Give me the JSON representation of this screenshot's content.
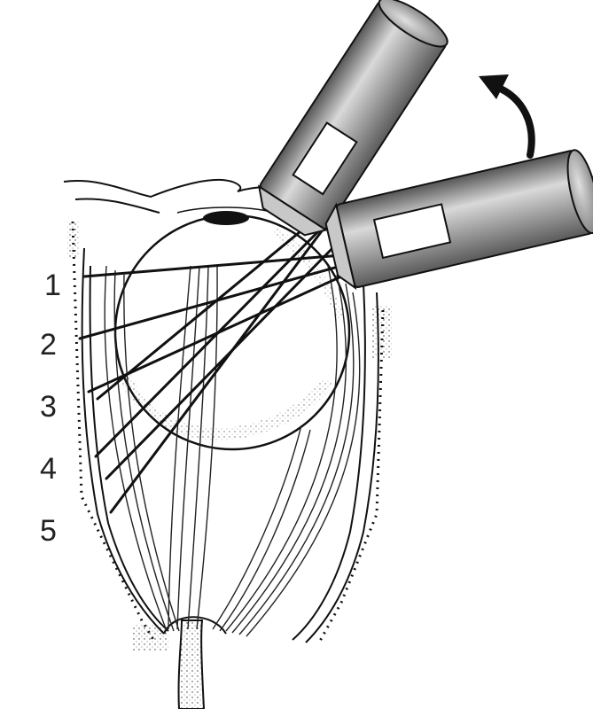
{
  "figure": {
    "labels": [
      "1",
      "2",
      "3",
      "4",
      "5"
    ],
    "colors": {
      "line": "#111111",
      "probe_light": "#d9d9d9",
      "probe_mid": "#9a9a9a",
      "probe_dark": "#555555",
      "window": "#ffffff",
      "label": "#222222"
    },
    "icons": {
      "rotation_arrow": "curved-arrow-icon"
    }
  }
}
